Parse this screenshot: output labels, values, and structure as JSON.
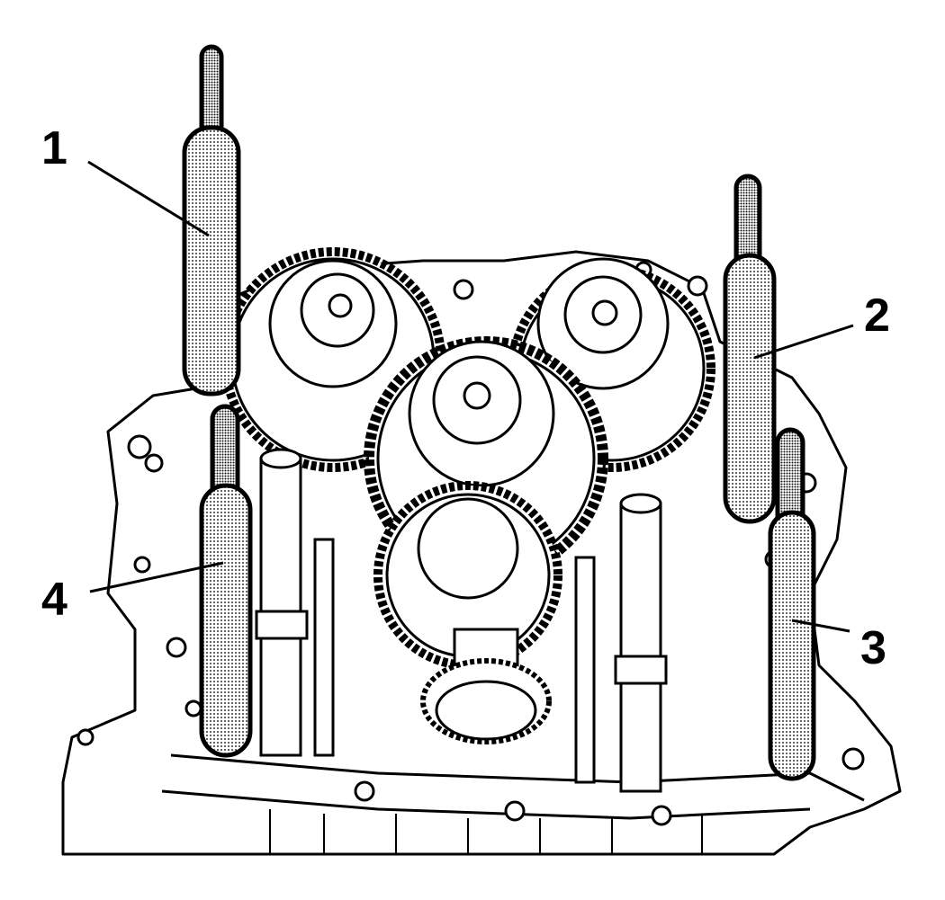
{
  "callouts": [
    {
      "label": "1"
    },
    {
      "label": "2"
    },
    {
      "label": "3"
    },
    {
      "label": "4"
    }
  ],
  "colors": {
    "ink": "#000000",
    "paper": "#ffffff",
    "stipple": "#9a9a9a"
  }
}
